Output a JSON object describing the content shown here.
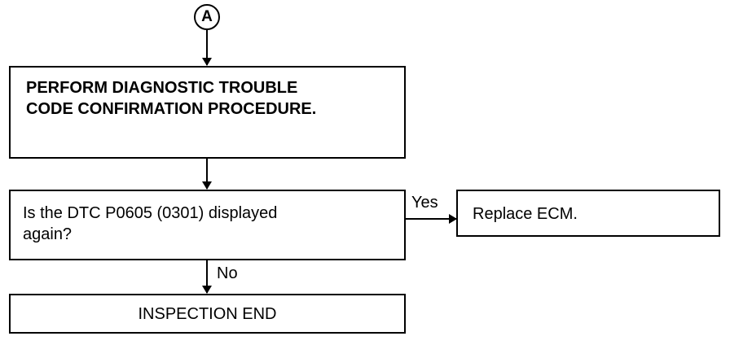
{
  "connector": {
    "label": "A"
  },
  "steps": {
    "perform": {
      "lines": [
        "PERFORM DIAGNOSTIC TROUBLE",
        "CODE CONFIRMATION PROCEDURE."
      ]
    },
    "question": {
      "lines": [
        "Is the DTC P0605 (0301) displayed",
        "again?"
      ]
    },
    "replace": {
      "text": "Replace ECM."
    },
    "end": {
      "text": "INSPECTION END"
    }
  },
  "edges": {
    "yes": "Yes",
    "no": "No"
  }
}
